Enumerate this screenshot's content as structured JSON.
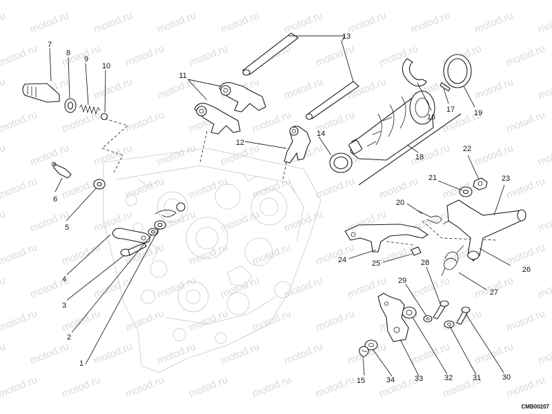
{
  "watermark": "motod.ru",
  "diagram_code": "CMB00207",
  "labels": [
    "1",
    "2",
    "3",
    "4",
    "5",
    "6",
    "7",
    "8",
    "9",
    "10",
    "11",
    "12",
    "13",
    "14",
    "15",
    "16",
    "17",
    "18",
    "19",
    "20",
    "21",
    "22",
    "23",
    "24",
    "25",
    "26",
    "27",
    "28",
    "29",
    "30",
    "31",
    "32",
    "33",
    "34"
  ]
}
